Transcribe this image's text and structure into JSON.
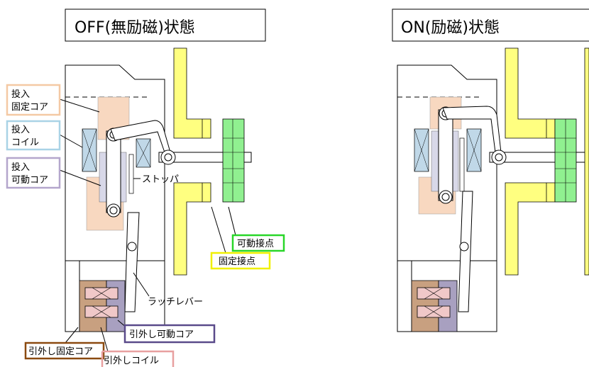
{
  "titles": {
    "off": "OFF(無励磁)状態",
    "on": "ON(励磁)状態"
  },
  "labels": {
    "closing_fixed_core": [
      "投入",
      "固定コア"
    ],
    "closing_coil": [
      "投入",
      "コイル"
    ],
    "closing_moving_core": [
      "投入",
      "可動コア"
    ],
    "stopper": "ストッパ",
    "moving_contact": "可動接点",
    "fixed_contact": "固定接点",
    "latch_lever": "ラッチレバー",
    "trip_moving_core": "引外し可動コア",
    "trip_fixed_core": "引外し固定コア",
    "trip_coil": "引外しコイル"
  },
  "colors": {
    "closing_fixed_core_border": "#f4c9a4",
    "closing_coil_border": "#a9d3e6",
    "closing_moving_core_border": "#b4a6cc",
    "moving_contact_border": "#29d629",
    "fixed_contact_border": "#f0f000",
    "trip_moving_core_border": "#5a4a8a",
    "trip_fixed_core_border": "#8b4a10",
    "trip_coil_border": "#e8a0a0",
    "yellow_fill": "#ffff80",
    "green_fill": "#90f090",
    "peach_fill": "#f8d8c0",
    "lavender_fill": "#d8d8e8",
    "blue_fill": "#c0d8e8",
    "trip_fixed_fill": "#c8a080",
    "trip_moving_fill": "#a8a0c0",
    "trip_coil_fill": "#f0c8c8"
  }
}
